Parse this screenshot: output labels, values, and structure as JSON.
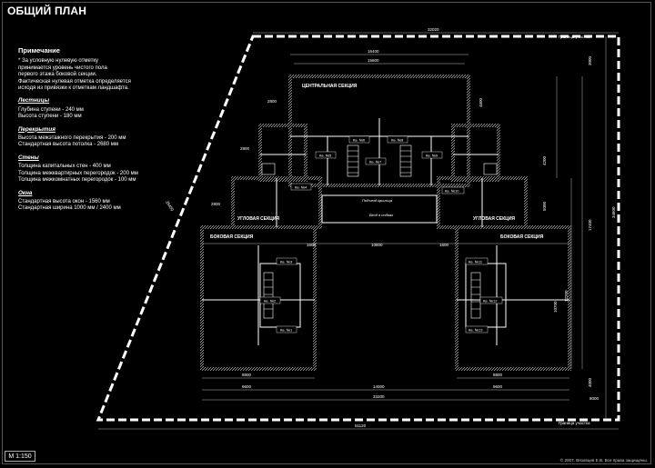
{
  "title": "ОБЩИЙ ПЛАН",
  "notes": {
    "heading": "Примечание",
    "intro": [
      "* За условную нулевую отметку",
      "принимается уровень чистого пола",
      "первого этажа боковой секции.",
      "Фактическая нулевая отметка определяется",
      "исходя из привязки к отметкам ландшафта."
    ],
    "sections": [
      {
        "title": "Лестницы",
        "lines": [
          "Глубина ступени - 240 мм",
          "Высота ступени - 180 мм"
        ]
      },
      {
        "title": "Перекрытия",
        "lines": [
          "Высота межэтажного перекрытия - 200 мм",
          "Стандартная высота потолка - 2680 мм"
        ]
      },
      {
        "title": "Стены",
        "lines": [
          "Толщина капитальных стен - 400 мм",
          "Толщина межквартирных перегородок - 200 мм",
          "Толщина межкомнатных перегородок - 100 мм"
        ]
      },
      {
        "title": "Окна",
        "lines": [
          "Стандартная высота окон - 1560 мм",
          "Стандартная ширина 1000 мм / 2400 мм"
        ]
      }
    ]
  },
  "scale": "М 1:150",
  "copyright": "© 2007. Вязовцев Е.В. Все права защищены.",
  "plan": {
    "boundary_label": "Граница участка",
    "sections": {
      "central": "ЦЕНТРАЛЬНАЯ СЕКЦИЯ",
      "corner_left": "УГЛОВАЯ СЕКЦИЯ",
      "corner_right": "УГЛОВАЯ СЕКЦИЯ",
      "side_left": "БОКОВАЯ СЕКЦИЯ",
      "side_right": "БОКОВАЯ СЕКЦИЯ"
    },
    "apartments": {
      "kv1": "Кв. №1",
      "kv2": "Кв. №2",
      "kv3": "Кв. №3",
      "kv4": "Кв. №4",
      "kv5": "Кв. №5",
      "kv6": "Кв. №6",
      "kv7": "Кв. №7",
      "kv8": "Кв. №8",
      "kv9": "Кв. №9",
      "kv10": "Кв. №10",
      "kv11": "Кв. №11",
      "kv12": "Кв. №12",
      "kv13": "Кв. №13"
    },
    "entrance_labels": {
      "porch": "Подъезд крыльца",
      "entry": "Вход в подвал"
    },
    "dims": {
      "top_overall": "32020",
      "top_central_outer": "16400",
      "top_central_inner": "15600",
      "left_diag": "35450",
      "d2800a": "2800",
      "d2800b": "2800",
      "d2800c": "2800",
      "d1600l": "1600",
      "d1600r": "1600",
      "d10800": "10800",
      "d8800l": "8800",
      "d8800r": "8800",
      "d9600l": "9600",
      "d9600r": "9600",
      "d14000": "14000",
      "d33200": "33200",
      "d51120": "51120",
      "right_34600": "34600",
      "right_17400": "17400",
      "right_12200": "12200",
      "right_4000": "4000",
      "right_3000": "3000",
      "right_4200": "4200",
      "right_4600": "4600",
      "right_5000": "5000",
      "bottom_8000": "8000",
      "right_10700": "10700"
    }
  }
}
